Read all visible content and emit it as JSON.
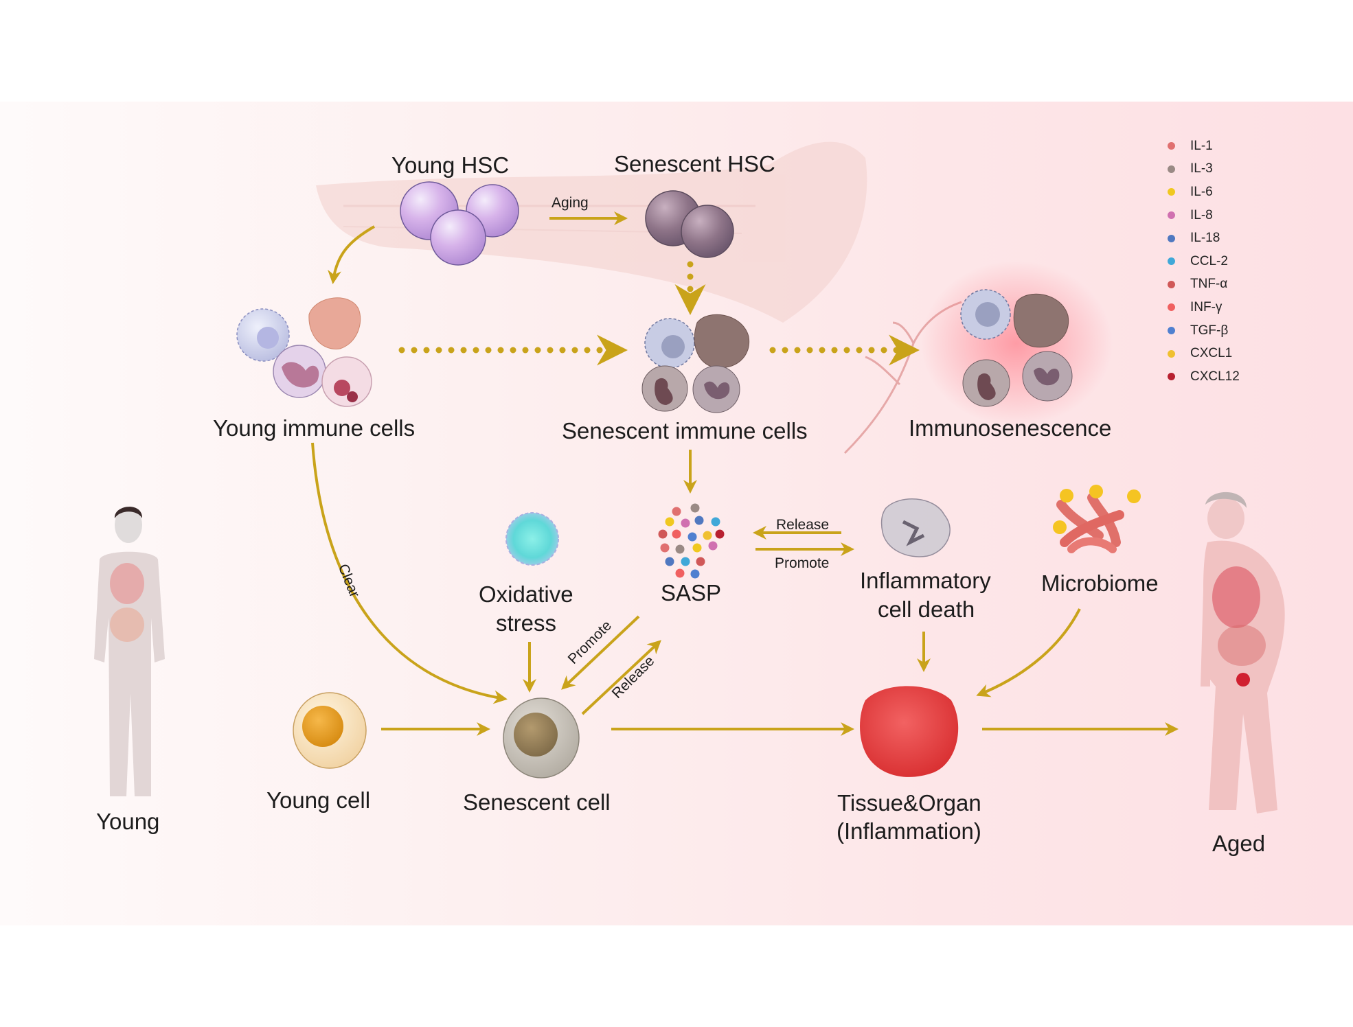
{
  "figure": {
    "arrow_color": "#c9a31a",
    "labels": {
      "young_hsc": "Young HSC",
      "senescent_hsc": "Senescent HSC",
      "aging": "Aging",
      "young_immune_cells": "Young immune cells",
      "senescent_immune_cells": "Senescent immune cells",
      "immunosenescence": "Immunosenescence",
      "clear": "Clear",
      "oxidative_stress_line1": "Oxidative",
      "oxidative_stress_line2": "stress",
      "sasp": "SASP",
      "promote_diag": "Promote",
      "release_diag": "Release",
      "release_top": "Release",
      "promote_bottom": "Promote",
      "inflammatory_line1": "Inflammatory",
      "inflammatory_line2": "cell death",
      "microbiome": "Microbiome",
      "young_cell": "Young cell",
      "senescent_cell": "Senescent cell",
      "tissue_line1": "Tissue&Organ",
      "tissue_line2": "(Inflammation)",
      "young": "Young",
      "aged": "Aged"
    },
    "legend": [
      {
        "label": "IL-1",
        "color": "#e07070"
      },
      {
        "label": "IL-3",
        "color": "#9a8a85"
      },
      {
        "label": "IL-6",
        "color": "#f0c820"
      },
      {
        "label": "IL-8",
        "color": "#d070b0"
      },
      {
        "label": "IL-18",
        "color": "#5078c0"
      },
      {
        "label": "CCL-2",
        "color": "#40a8d8"
      },
      {
        "label": "TNF-α",
        "color": "#d05858"
      },
      {
        "label": "INF-γ",
        "color": "#f06060"
      },
      {
        "label": "TGF-β",
        "color": "#5080d0"
      },
      {
        "label": "CXCL1",
        "color": "#f0c030"
      },
      {
        "label": "CXCL12",
        "color": "#b82030"
      }
    ]
  }
}
